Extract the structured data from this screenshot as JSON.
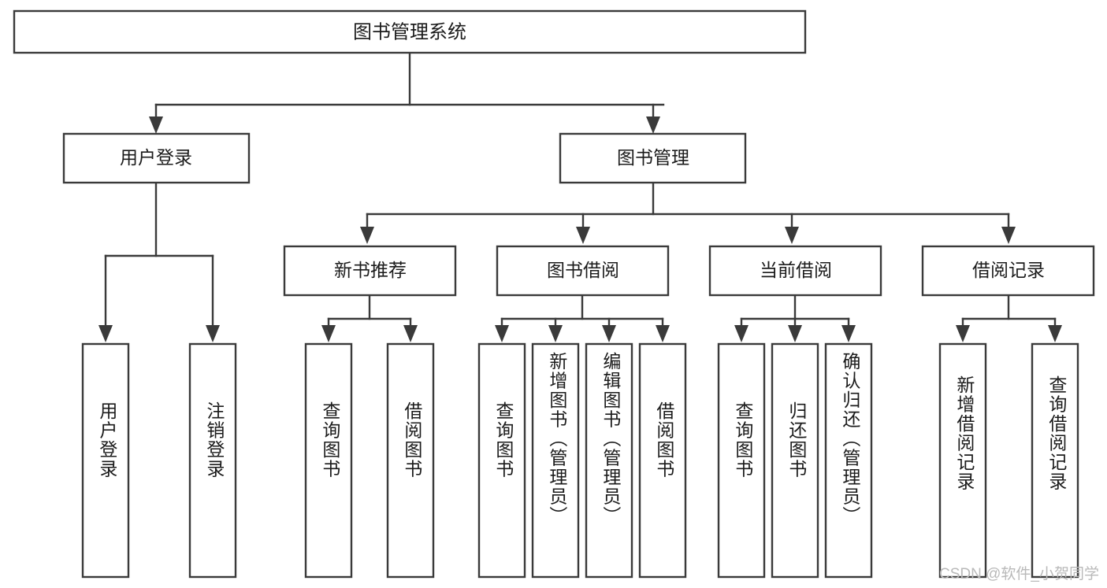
{
  "diagram": {
    "title": "图书管理系统",
    "type": "tree-hierarchy-chart",
    "root": {
      "id": "root",
      "label": "图书管理系统",
      "level": 0
    },
    "level2": [
      {
        "id": "user-login",
        "label": "用户登录"
      },
      {
        "id": "book-management",
        "label": "图书管理"
      }
    ],
    "level3": [
      {
        "id": "new-book-recommend",
        "label": "新书推荐",
        "parent": "book-management"
      },
      {
        "id": "book-borrow",
        "label": "图书借阅",
        "parent": "book-management"
      },
      {
        "id": "current-borrow",
        "label": "当前借阅",
        "parent": "book-management"
      },
      {
        "id": "borrow-record",
        "label": "借阅记录",
        "parent": "book-management"
      }
    ],
    "leaves": [
      {
        "id": "leaf-user-login",
        "label": "用户登录",
        "parent": "user-login"
      },
      {
        "id": "leaf-logout",
        "label": "注销登录",
        "parent": "user-login"
      },
      {
        "id": "leaf-query-book-1",
        "label": "查询图书",
        "parent": "new-book-recommend"
      },
      {
        "id": "leaf-borrow-book-1",
        "label": "借阅图书",
        "parent": "new-book-recommend"
      },
      {
        "id": "leaf-query-book-2",
        "label": "查询图书",
        "parent": "book-borrow"
      },
      {
        "id": "leaf-add-book",
        "label": "新增图书（管理员）",
        "parent": "book-borrow"
      },
      {
        "id": "leaf-edit-book",
        "label": "编辑图书（管理员）",
        "parent": "book-borrow"
      },
      {
        "id": "leaf-borrow-book-2",
        "label": "借阅图书",
        "parent": "book-borrow"
      },
      {
        "id": "leaf-query-book-3",
        "label": "查询图书",
        "parent": "current-borrow"
      },
      {
        "id": "leaf-return-book",
        "label": "归还图书",
        "parent": "current-borrow"
      },
      {
        "id": "leaf-confirm-return",
        "label": "确认归还（管理员）",
        "parent": "current-borrow"
      },
      {
        "id": "leaf-add-record",
        "label": "新增借阅记录",
        "parent": "borrow-record"
      },
      {
        "id": "leaf-query-record",
        "label": "查询借阅记录",
        "parent": "borrow-record"
      }
    ],
    "colors": {
      "stroke": "#3a3a3a",
      "fill": "#ffffff",
      "text": "#1b1b1b",
      "watermark": "#b9b9b9"
    }
  },
  "watermark": {
    "text": "CSDN @软件_小贺同学"
  }
}
